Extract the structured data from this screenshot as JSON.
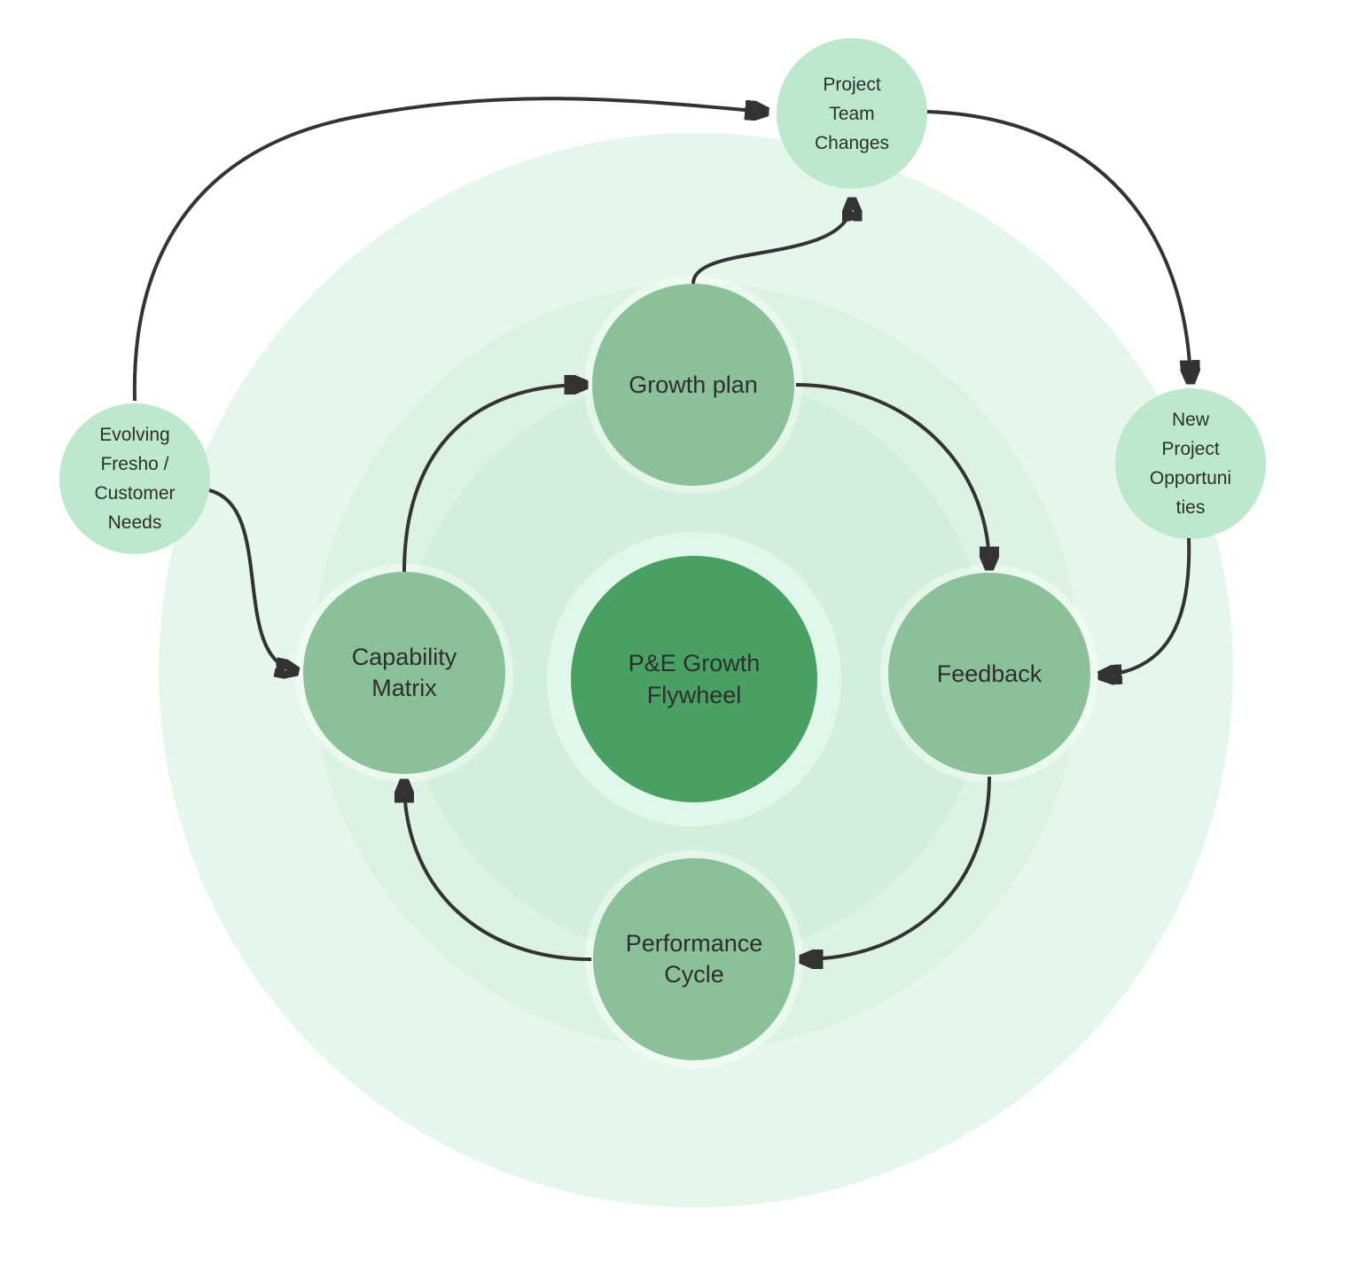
{
  "diagram": {
    "title": "P&E Growth Flywheel",
    "center": {
      "id": "pe-growth-flywheel",
      "label": "P&E Growth\nFlywheel"
    },
    "inner_nodes": [
      {
        "id": "growth-plan",
        "label": "Growth plan"
      },
      {
        "id": "feedback",
        "label": "Feedback"
      },
      {
        "id": "performance-cycle",
        "label": "Performance\nCycle"
      },
      {
        "id": "capability-matrix",
        "label": "Capability\nMatrix"
      }
    ],
    "outer_nodes": [
      {
        "id": "project-team-changes",
        "label": "Project\nTeam\nChanges"
      },
      {
        "id": "new-project-opportunities",
        "label": "New\nProject\nOpportuni\nties"
      },
      {
        "id": "evolving-fresho-customer-needs",
        "label": "Evolving\nFresho /\nCustomer\nNeeds"
      }
    ],
    "connections": [
      {
        "from": "evolving-fresho-customer-needs",
        "to": "project-team-changes"
      },
      {
        "from": "evolving-fresho-customer-needs",
        "to": "capability-matrix"
      },
      {
        "from": "growth-plan",
        "to": "project-team-changes"
      },
      {
        "from": "project-team-changes",
        "to": "new-project-opportunities"
      },
      {
        "from": "new-project-opportunities",
        "to": "feedback"
      },
      {
        "from": "capability-matrix",
        "to": "growth-plan"
      },
      {
        "from": "growth-plan",
        "to": "feedback"
      },
      {
        "from": "feedback",
        "to": "performance-cycle"
      },
      {
        "from": "performance-cycle",
        "to": "capability-matrix"
      }
    ],
    "colors": {
      "outer_ring": "#e5f7ec",
      "middle_ring": "#dcf3e4",
      "inner_ring": "#d2efdd",
      "center_halo": "#e0f7e9",
      "center_node": "#48a062",
      "inner_node": "#8ac199",
      "outer_node": "#bce9cd",
      "arrow": "#333333",
      "text": "#2e2e2e"
    }
  }
}
